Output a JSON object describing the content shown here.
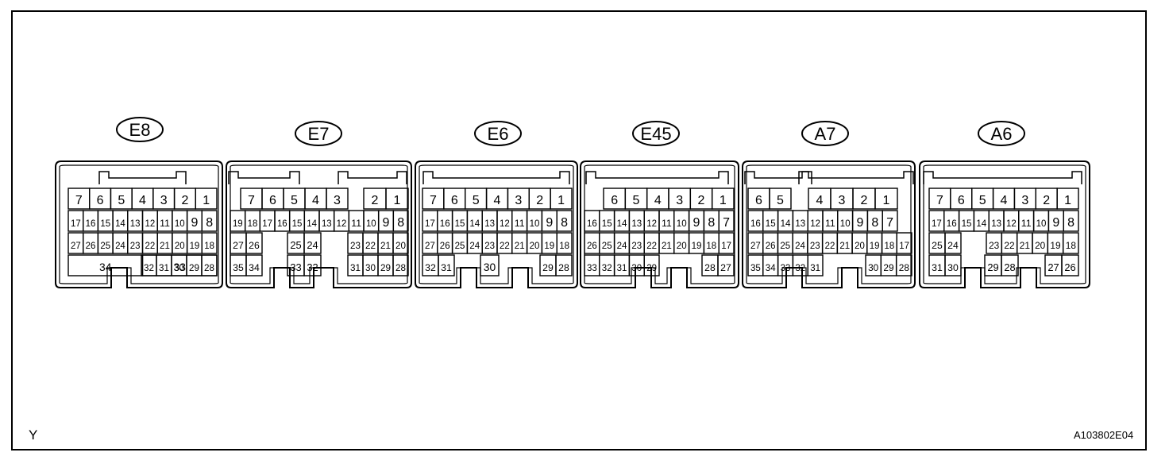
{
  "figure": {
    "corner_mark": "Y",
    "figure_id": "A103802E04"
  },
  "connectors": [
    {
      "label": "E8",
      "rows": [
        [
          "7",
          "6",
          "5",
          "4",
          "3",
          "2",
          "1"
        ],
        [
          "17",
          "16",
          "15",
          "14",
          "13",
          "12",
          "11",
          "10",
          "9",
          "8"
        ],
        [
          "27",
          "26",
          "25",
          "24",
          "23",
          "22",
          "21",
          "20",
          "19",
          "18"
        ],
        [
          "34",
          "33",
          "32",
          "31",
          "30",
          "29",
          "28"
        ]
      ]
    },
    {
      "label": "E7",
      "rows": [
        [
          "7",
          "6",
          "5",
          "4",
          "3",
          "2",
          "1"
        ],
        [
          "19",
          "18",
          "17",
          "16",
          "15",
          "14",
          "13",
          "12",
          "11",
          "10",
          "9",
          "8"
        ],
        [
          "27",
          "26",
          "25",
          "24",
          "23",
          "22",
          "21",
          "20"
        ],
        [
          "35",
          "34",
          "33",
          "32",
          "31",
          "30",
          "29",
          "28"
        ]
      ]
    },
    {
      "label": "E6",
      "rows": [
        [
          "7",
          "6",
          "5",
          "4",
          "3",
          "2",
          "1"
        ],
        [
          "17",
          "16",
          "15",
          "14",
          "13",
          "12",
          "11",
          "10",
          "9",
          "8"
        ],
        [
          "27",
          "26",
          "25",
          "24",
          "23",
          "22",
          "21",
          "20",
          "19",
          "18"
        ],
        [
          "32",
          "31",
          "30",
          "29",
          "28"
        ]
      ]
    },
    {
      "label": "E45",
      "rows": [
        [
          "6",
          "5",
          "4",
          "3",
          "2",
          "1"
        ],
        [
          "16",
          "15",
          "14",
          "13",
          "12",
          "11",
          "10",
          "9",
          "8",
          "7"
        ],
        [
          "26",
          "25",
          "24",
          "23",
          "22",
          "21",
          "20",
          "19",
          "18",
          "17"
        ],
        [
          "33",
          "32",
          "31",
          "30",
          "29",
          "28",
          "27"
        ]
      ]
    },
    {
      "label": "A7",
      "rows": [
        [
          "6",
          "5",
          "4",
          "3",
          "2",
          "1"
        ],
        [
          "16",
          "15",
          "14",
          "13",
          "12",
          "11",
          "10",
          "9",
          "8",
          "7"
        ],
        [
          "27",
          "26",
          "25",
          "24",
          "23",
          "22",
          "21",
          "20",
          "19",
          "18",
          "17"
        ],
        [
          "35",
          "34",
          "33",
          "32",
          "31",
          "30",
          "29",
          "28"
        ]
      ]
    },
    {
      "label": "A6",
      "rows": [
        [
          "7",
          "6",
          "5",
          "4",
          "3",
          "2",
          "1"
        ],
        [
          "17",
          "16",
          "15",
          "14",
          "13",
          "12",
          "11",
          "10",
          "9",
          "8"
        ],
        [
          "25",
          "24",
          "23",
          "22",
          "21",
          "20",
          "19",
          "18"
        ],
        [
          "31",
          "30",
          "29",
          "28",
          "27",
          "26"
        ]
      ]
    }
  ]
}
